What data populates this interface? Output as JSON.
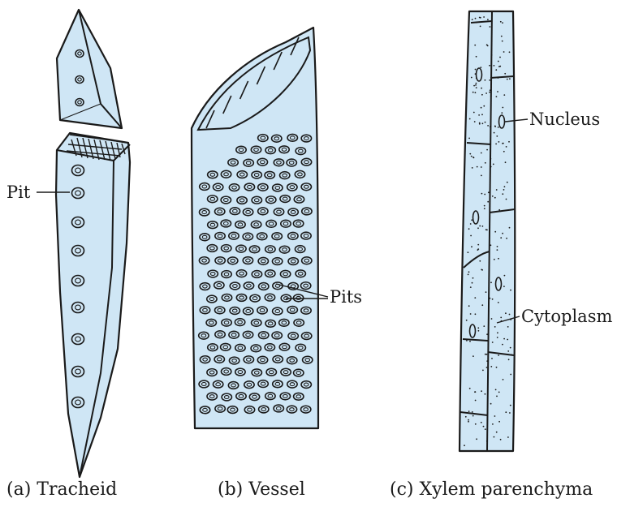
{
  "figure": {
    "tracheid": {
      "caption": "(a) Tracheid",
      "label_pit": "Pit"
    },
    "vessel": {
      "caption": "(b) Vessel",
      "label_pits": "Pits"
    },
    "parenchyma": {
      "caption": "(c) Xylem parenchyma",
      "label_nucleus": "Nucleus",
      "label_cytoplasm": "Cytoplasm"
    }
  },
  "colors": {
    "cell_fill": "#cfe6f5",
    "outline": "#1a1a1a",
    "background": "#ffffff"
  }
}
